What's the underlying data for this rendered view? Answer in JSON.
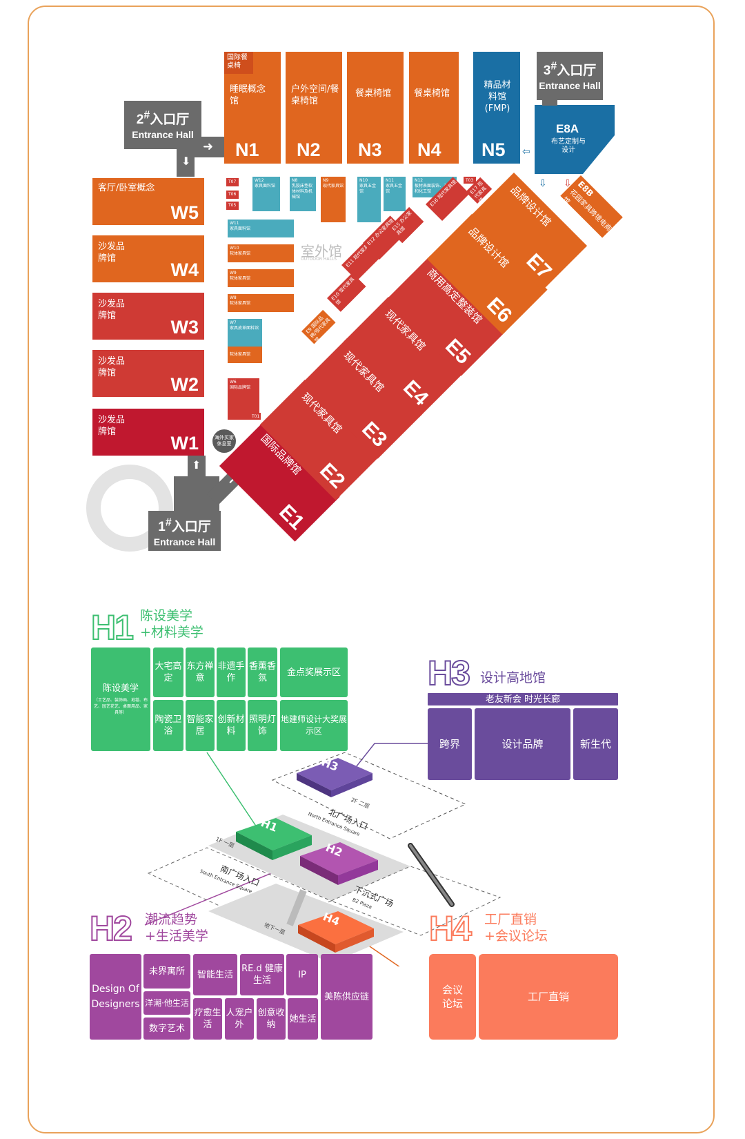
{
  "entrances": {
    "e1": {
      "num": "1",
      "sup": "#",
      "zh": "入口厅",
      "en": "Entrance Hall"
    },
    "e2": {
      "num": "2",
      "sup": "#",
      "zh": "入口厅",
      "en": "Entrance Hall"
    },
    "e3": {
      "num": "3",
      "sup": "#",
      "zh": "入口厅",
      "en": "Entrance Hall"
    }
  },
  "north": [
    {
      "code": "N1",
      "zh": "睡眠概念馆",
      "tag": "国际餐桌椅"
    },
    {
      "code": "N2",
      "zh": "户外空间/餐桌椅馆"
    },
    {
      "code": "N3",
      "zh": "餐桌椅馆"
    },
    {
      "code": "N4",
      "zh": "餐桌椅馆"
    },
    {
      "code": "N5",
      "zh": "精品材料馆(FMP)"
    }
  ],
  "e8a": {
    "code": "E8A",
    "zh": "布艺定制与设计"
  },
  "west": [
    {
      "code": "W5",
      "zh": "客厅/卧室概念"
    },
    {
      "code": "W4",
      "zh": "沙发品牌馆"
    },
    {
      "code": "W3",
      "zh": "沙发品牌馆"
    },
    {
      "code": "W2",
      "zh": "沙发品牌馆"
    },
    {
      "code": "W1",
      "zh": "沙发品牌馆"
    }
  ],
  "small_north": [
    {
      "code": "T07"
    },
    {
      "code": "T06"
    },
    {
      "code": "T05"
    },
    {
      "code": "W12",
      "zh": "家具面料馆"
    },
    {
      "code": "N8",
      "zh": "乳胶床垫软体材料及机械馆"
    },
    {
      "code": "N9",
      "zh": "现代家具馆"
    },
    {
      "code": "N10",
      "zh": "家具五金馆"
    },
    {
      "code": "N11",
      "zh": "家具五金馆"
    },
    {
      "code": "N12",
      "zh": "板材表面装饰、五金和化工馆"
    },
    {
      "code": "T03"
    }
  ],
  "outdoor": {
    "zh": "室外馆",
    "en": "OUTDOOR HALLS"
  },
  "outdoor_list": [
    {
      "code": "W11",
      "zh": "家具面料馆"
    },
    {
      "code": "W10",
      "zh": "软体家具馆"
    },
    {
      "code": "W9",
      "zh": "软体家具馆"
    },
    {
      "code": "W8",
      "zh": "软体家具馆"
    },
    {
      "code": "W7",
      "zh": "家具皮革面料馆"
    },
    {
      "code": "",
      "zh": "软体家具馆"
    },
    {
      "code": "W6",
      "zh": "国际品牌馆"
    },
    {
      "code": "T01"
    }
  ],
  "rest": "海外买家休息室",
  "east": [
    {
      "code": "E1",
      "zh": "国际品牌馆"
    },
    {
      "code": "E2",
      "zh": "现代家具馆"
    },
    {
      "code": "E3",
      "zh": "现代家具馆"
    },
    {
      "code": "E4",
      "zh": "现代家具馆"
    },
    {
      "code": "E5",
      "zh": "商用高定整装馆"
    },
    {
      "code": "E6",
      "zh": "品牌设计馆"
    },
    {
      "code": "E7",
      "zh": "品牌设计馆"
    }
  ],
  "e8b": {
    "code": "E8B",
    "zh": "花园家具跨境电商馆"
  },
  "east_small": [
    {
      "code": "E9",
      "zh": "国际品牌/现代家具馆"
    },
    {
      "code": "E10",
      "zh": "现代家具馆"
    },
    {
      "code": "E11",
      "zh": "现代家具馆"
    },
    {
      "code": "E12",
      "zh": "办公家具馆"
    },
    {
      "code": "E15",
      "zh": "办公家具馆"
    },
    {
      "code": "E16",
      "zh": "现代家具馆"
    },
    {
      "code": "E17",
      "zh": "现代家具馆"
    }
  ],
  "h1": {
    "big": "H1",
    "title1": "陈设美学",
    "title2": "+材料美学",
    "main": "陈设美学",
    "main_note": "（工艺品、装饰画、地毯、布艺、园艺花艺、桌面用品、家具等）",
    "cells": [
      "大宅高定",
      "东方禅意",
      "非遗手作",
      "香薰香氛",
      "金点奖展示区",
      "陶瓷卫浴",
      "智能家居",
      "创新材料",
      "照明灯饰",
      "地建师设计大奖展示区"
    ]
  },
  "h3": {
    "big": "H3",
    "title": "设计高地馆",
    "banner": "老友新会 时光长廊",
    "cells": [
      "跨界",
      "设计品牌",
      "新生代"
    ]
  },
  "h2": {
    "big": "H2",
    "title1": "潮流趋势",
    "title2": "+生活美学",
    "main": "Design Of Designers",
    "cells": [
      "未界寓所",
      "智能生活",
      "RE.d 健康生活",
      "IP",
      "美陈供应链",
      "洋潮·他生活",
      "数字艺术",
      "疗愈生活",
      "人宠户外",
      "创意收纳",
      "她生活"
    ]
  },
  "h4": {
    "big": "H4",
    "title1": "工厂直销",
    "title2": "+会议论坛",
    "cells": [
      "会议论坛",
      "工厂直销"
    ]
  },
  "iso": {
    "f2": "2F 二层",
    "f1": "1F 一层",
    "b1": "地下一层",
    "north_sq": "北广场入口",
    "north_sq_en": "North Entrance Square",
    "south_sq": "南广场入口",
    "south_sq_en": "South Entrance Square",
    "b2": "下沉式广场",
    "b2_en": "B2 Plaza",
    "labels": [
      "H1",
      "H2",
      "H3",
      "H4"
    ]
  },
  "colors": {
    "orange": "#e0661f",
    "blue": "#1a6fa4",
    "teal": "#4aabbd",
    "red": "#cf3a34",
    "crimson": "#c0182f",
    "green": "#3dbf71",
    "purple": "#6a4c9c",
    "magenta": "#a0489e",
    "coral": "#fb7b5c",
    "gray": "#6b6b6b"
  }
}
